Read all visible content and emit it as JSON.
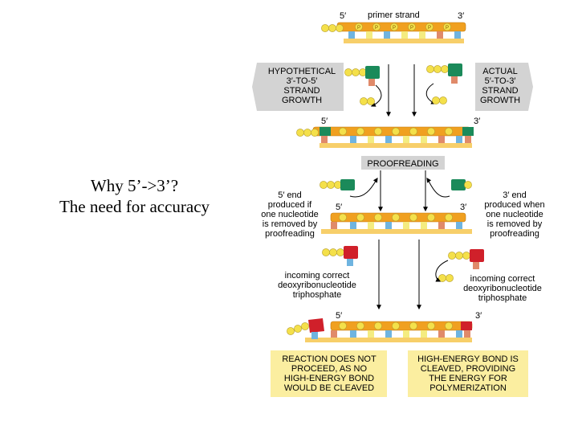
{
  "caption": {
    "line1": "Why 5’->3’?",
    "line2": "The need for accuracy"
  },
  "diagram": {
    "top_strand": {
      "five_prime": "5′",
      "primer_label": "primer strand",
      "three_prime": "3′"
    },
    "hypothetical_box": [
      "HYPOTHETICAL",
      "3′-TO-5′",
      "STRAND",
      "GROWTH"
    ],
    "actual_box": [
      "ACTUAL",
      "5′-TO-3′",
      "STRAND",
      "GROWTH"
    ],
    "phosphate_letter": "P",
    "second_strand": {
      "five_prime": "5′",
      "three_prime": "3′"
    },
    "proofreading_label": "PROOFREADING",
    "left_end_note": [
      "5′ end",
      "produced if",
      "one nucleotide",
      "is removed by",
      "proofreading"
    ],
    "right_end_note": [
      "3′ end",
      "produced when",
      "one nucleotide",
      "is removed by",
      "proofreading"
    ],
    "third_strand": {
      "five_prime": "5′",
      "three_prime": "3′"
    },
    "left_incoming_note": [
      "incoming correct",
      "deoxyribonucleotide",
      "triphosphate"
    ],
    "right_incoming_note": [
      "incoming correct",
      "deoxyribonucleotide",
      "triphosphate"
    ],
    "bottom_strand": {
      "five_prime": "5′",
      "three_prime": "3′"
    },
    "left_result": [
      "REACTION DOES NOT",
      "PROCEED, AS NO",
      "HIGH-ENERGY BOND",
      "WOULD BE CLEAVED"
    ],
    "right_result": [
      "HIGH-ENERGY BOND IS",
      "CLEAVED, PROVIDING",
      "THE ENERGY FOR",
      "POLYMERIZATION"
    ]
  },
  "colors": {
    "backbone": "#f0a020",
    "phosphate": "#f4e04a",
    "green_nucleotide": "#1b8a5a",
    "red_nucleotide": "#d0202a",
    "panel_gray": "#d3d3d3",
    "result_box": "#fbeea0"
  }
}
